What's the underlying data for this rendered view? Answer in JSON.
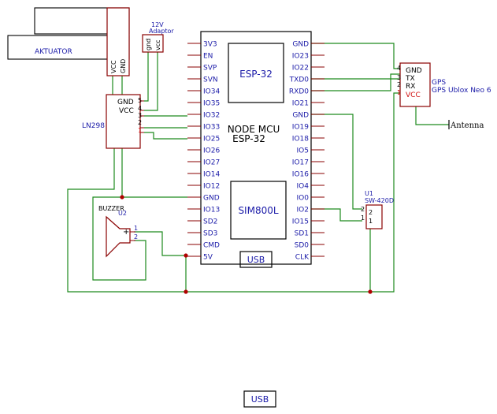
{
  "colors": {
    "wire": "#1d8a1d",
    "body": "#8a0000",
    "text": "#1a1aa8",
    "pin_red": "#d01010",
    "junction": "#b00000",
    "outline": "#000000"
  },
  "mcu": {
    "name_line1": "NODE MCU",
    "name_line2": "ESP-32",
    "esp_box": "ESP-32",
    "sim_box": "SIM800L",
    "usb": "USB",
    "left_pins": [
      "3V3",
      "EN",
      "SVP",
      "SVN",
      "IO34",
      "IO35",
      "IO32",
      "IO33",
      "IO25",
      "IO26",
      "IO27",
      "IO14",
      "IO12",
      "GND",
      "IO13",
      "SD2",
      "SD3",
      "CMD",
      "5V"
    ],
    "right_pins": [
      "GND",
      "IO23",
      "IO22",
      "TXD0",
      "RXD0",
      "IO21",
      "GND",
      "IO19",
      "IO18",
      "IO5",
      "IO17",
      "IO16",
      "IO4",
      "IO0",
      "IO2",
      "IO15",
      "SD1",
      "SD0",
      "CLK"
    ]
  },
  "aktuator": {
    "label": "AKTUATOR",
    "pin1": "VCC",
    "pin2": "GND"
  },
  "adaptor": {
    "title_line1": "12V",
    "title_line2": "Adaptor",
    "pin1": "gnd",
    "pin2": "vcc"
  },
  "driver": {
    "label": "LN298",
    "gnd": "GND",
    "vcc": "VCC",
    "pin_numbers": [
      "5",
      "4",
      "3",
      "2",
      "1"
    ]
  },
  "gps": {
    "label1": "GPS",
    "label2": "GPS Ublox Neo 6",
    "pins": [
      "GND",
      "TX",
      "RX",
      "VCC"
    ],
    "pin_numbers": [
      "4",
      "3",
      "2",
      "1"
    ],
    "antenna": "Antenna"
  },
  "sensor": {
    "ref": "U1",
    "part": "SW-420D",
    "pins": [
      "2",
      "1"
    ],
    "outer_pins": [
      "2",
      "1"
    ]
  },
  "buzzer": {
    "label": "BUZZER",
    "ref": "U2",
    "plus": "+",
    "pins": [
      "1",
      "2"
    ]
  },
  "footer": {
    "usb": "USB"
  }
}
